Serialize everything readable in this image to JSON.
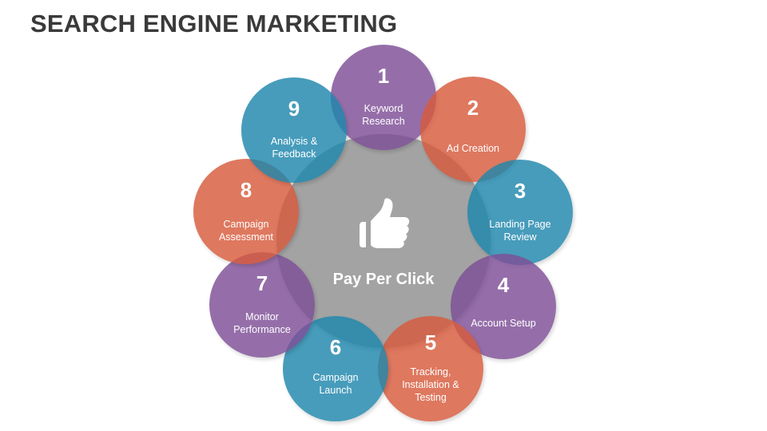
{
  "title": "SEARCH ENGINE MARKETING",
  "center": {
    "label": "Pay Per Click",
    "icon": "thumbs-up-icon"
  },
  "colors": {
    "purple": "#7e4f97",
    "orange": "#d75b3d",
    "blue": "#1f87ad",
    "center": "#a3a3a3",
    "title": "#3a3a3a"
  },
  "steps": [
    {
      "number": "1",
      "label": "Keyword Research",
      "color": "purple"
    },
    {
      "number": "2",
      "label": "Ad Creation",
      "color": "orange"
    },
    {
      "number": "3",
      "label": "Landing Page Review",
      "color": "blue"
    },
    {
      "number": "4",
      "label": "Account Setup",
      "color": "purple"
    },
    {
      "number": "5",
      "label": "Tracking, Installation & Testing",
      "color": "orange"
    },
    {
      "number": "6",
      "label": "Campaign Launch",
      "color": "blue"
    },
    {
      "number": "7",
      "label": "Monitor Performance",
      "color": "purple"
    },
    {
      "number": "8",
      "label": "Campaign Assessment",
      "color": "orange"
    },
    {
      "number": "9",
      "label": "Analysis & Feedback",
      "color": "blue"
    }
  ]
}
